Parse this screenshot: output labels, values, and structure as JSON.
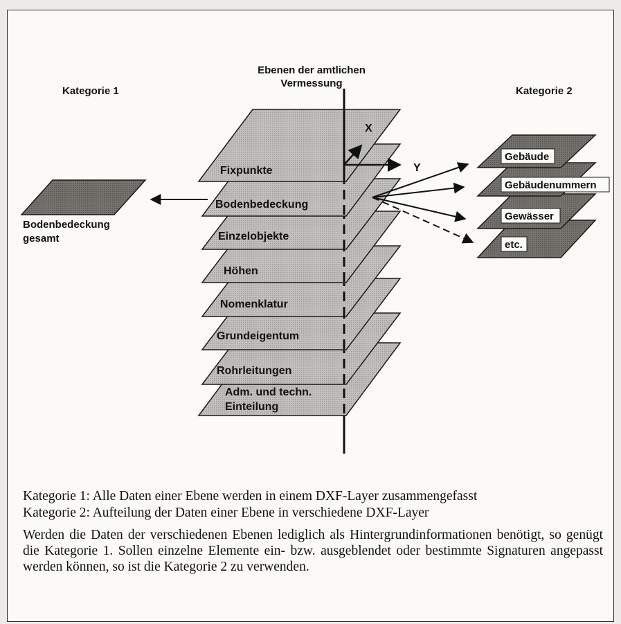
{
  "diagram": {
    "center_title": "Ebenen der amtlichen Vermessung",
    "category1": {
      "heading": "Kategorie 1",
      "layer_label": "Bodenbedeckung gesamt"
    },
    "category2": {
      "heading": "Kategorie 2",
      "layers": [
        "Gebäude",
        "Gebäudenummern",
        "Gewässer",
        "etc."
      ]
    },
    "axis_x": "X",
    "axis_y": "Y",
    "layers": [
      "Fixpunkte",
      "Bodenbedeckung",
      "Einzelobjekte",
      "Höhen",
      "Nomenklatur",
      "Grundeigentum",
      "Rohrleitungen",
      "Adm. und techn. Einteilung"
    ],
    "colors": {
      "layer_fill": "#bcbab6",
      "category_fill": "#6f6e6c",
      "outline": "#1a1a1a"
    }
  },
  "caption": {
    "line1": "Kategorie 1: Alle Daten einer Ebene werden in einem DXF-Layer zusammengefasst",
    "line2": "Kategorie 2: Aufteilung der Daten einer Ebene in verschiedene DXF-Layer",
    "paragraph": "Werden die Daten der verschiedenen Ebenen lediglich als Hintergrundinformationen benötigt, so genügt die Kategorie 1. Sollen einzelne Elemente ein- bzw. ausgeblendet oder bestimmte Signaturen angepasst werden können, so ist die Kategorie 2 zu verwenden."
  }
}
